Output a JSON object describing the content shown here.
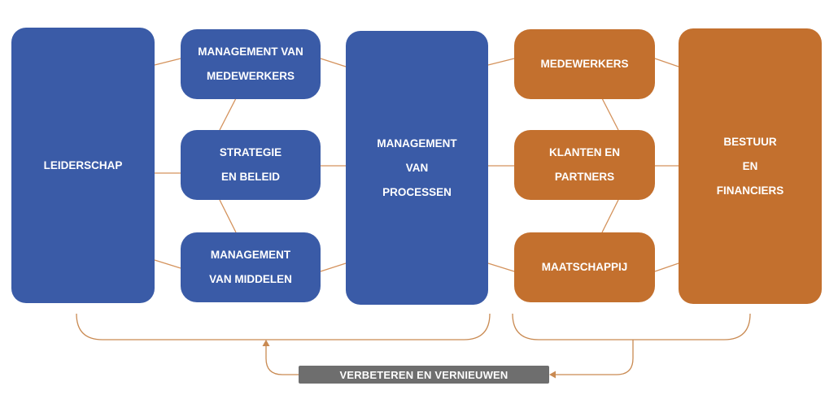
{
  "colors": {
    "enabler": "#3a5ba7",
    "result": "#c3702e",
    "connector": "#d4925c",
    "label_bg": "#6e6e6e"
  },
  "boxes": {
    "leiderschap": [
      "LEIDERSCHAP"
    ],
    "management_medewerkers": [
      "MANAGEMENT VAN",
      "MEDEWERKERS"
    ],
    "strategie_beleid": [
      "STRATEGIE",
      "EN BELEID"
    ],
    "management_middelen": [
      "MANAGEMENT",
      "VAN MIDDELEN"
    ],
    "management_processen": [
      "MANAGEMENT",
      "VAN",
      "PROCESSEN"
    ],
    "medewerkers": [
      "MEDEWERKERS"
    ],
    "klanten_partners": [
      "KLANTEN EN PARTNERS"
    ],
    "maatschappij": [
      "MAATSCHAPPIJ"
    ],
    "bestuur_financiers": [
      "BESTUUR",
      "EN",
      "FINANCIERS"
    ]
  },
  "cycle_label": "VERBETEREN EN VERNIEUWEN"
}
